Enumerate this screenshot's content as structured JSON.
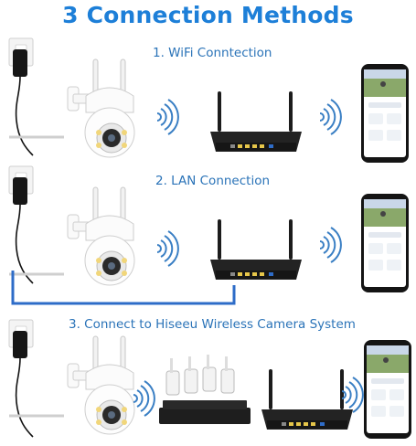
{
  "title": "3 Connection Methods",
  "methods": [
    {
      "label": "1. WiFi Conntection"
    },
    {
      "label": "2. LAN Connection"
    },
    {
      "label": "3. Connect to Hiseeu Wireless Camera System"
    }
  ],
  "camera_brand": "Hiseeu",
  "colors": {
    "title": "#1d7fd8",
    "label": "#2a73b8",
    "wifi": "#3a7fc4",
    "lan_cable": "#2e6cc8",
    "router": "#1e1e1e"
  },
  "icons": [
    "power-adapter-icon",
    "ptz-camera-icon",
    "wifi-signal-icon",
    "router-icon",
    "smartphone-icon",
    "nvr-kit-icon"
  ]
}
